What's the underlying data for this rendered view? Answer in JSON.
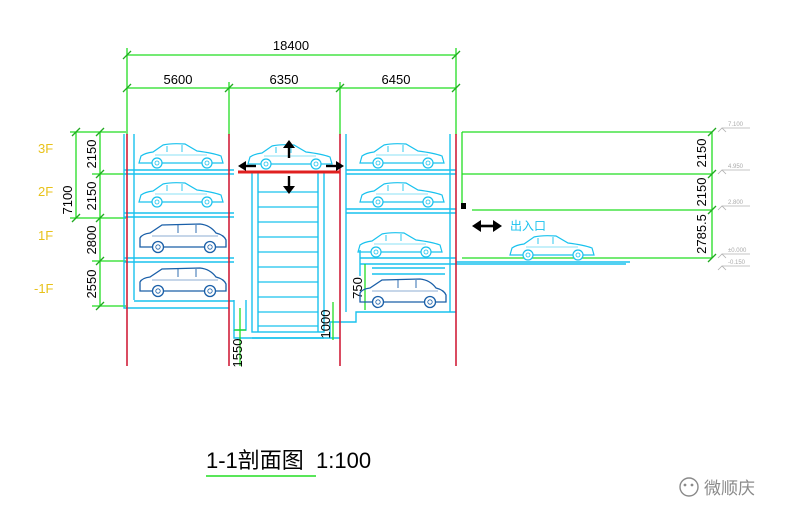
{
  "dimensions": {
    "overall": "18400",
    "bays": [
      "5600",
      "6350",
      "6450"
    ],
    "left_levels": [
      "2150",
      "2150",
      "2800",
      "2550"
    ],
    "left_total": "7100",
    "right_levels": [
      "2150",
      "2150",
      "2785.5"
    ],
    "pit_left": "1550",
    "pit_center": "1000",
    "pit_right": "750"
  },
  "floors": [
    "3F",
    "2F",
    "1F",
    "-1F"
  ],
  "elevations": [
    "7.100",
    "4.950",
    "2.800",
    "±0.000",
    "-0.150"
  ],
  "entry_label": "出入口",
  "title": "1-1剖面图  1:100",
  "watermark": "微顺庆",
  "colors": {
    "structure": "#19c2ee",
    "dimension": "#22dd22",
    "column": "#d11f3a",
    "floor_label": "#e8c21a",
    "platform": "#e02020"
  }
}
